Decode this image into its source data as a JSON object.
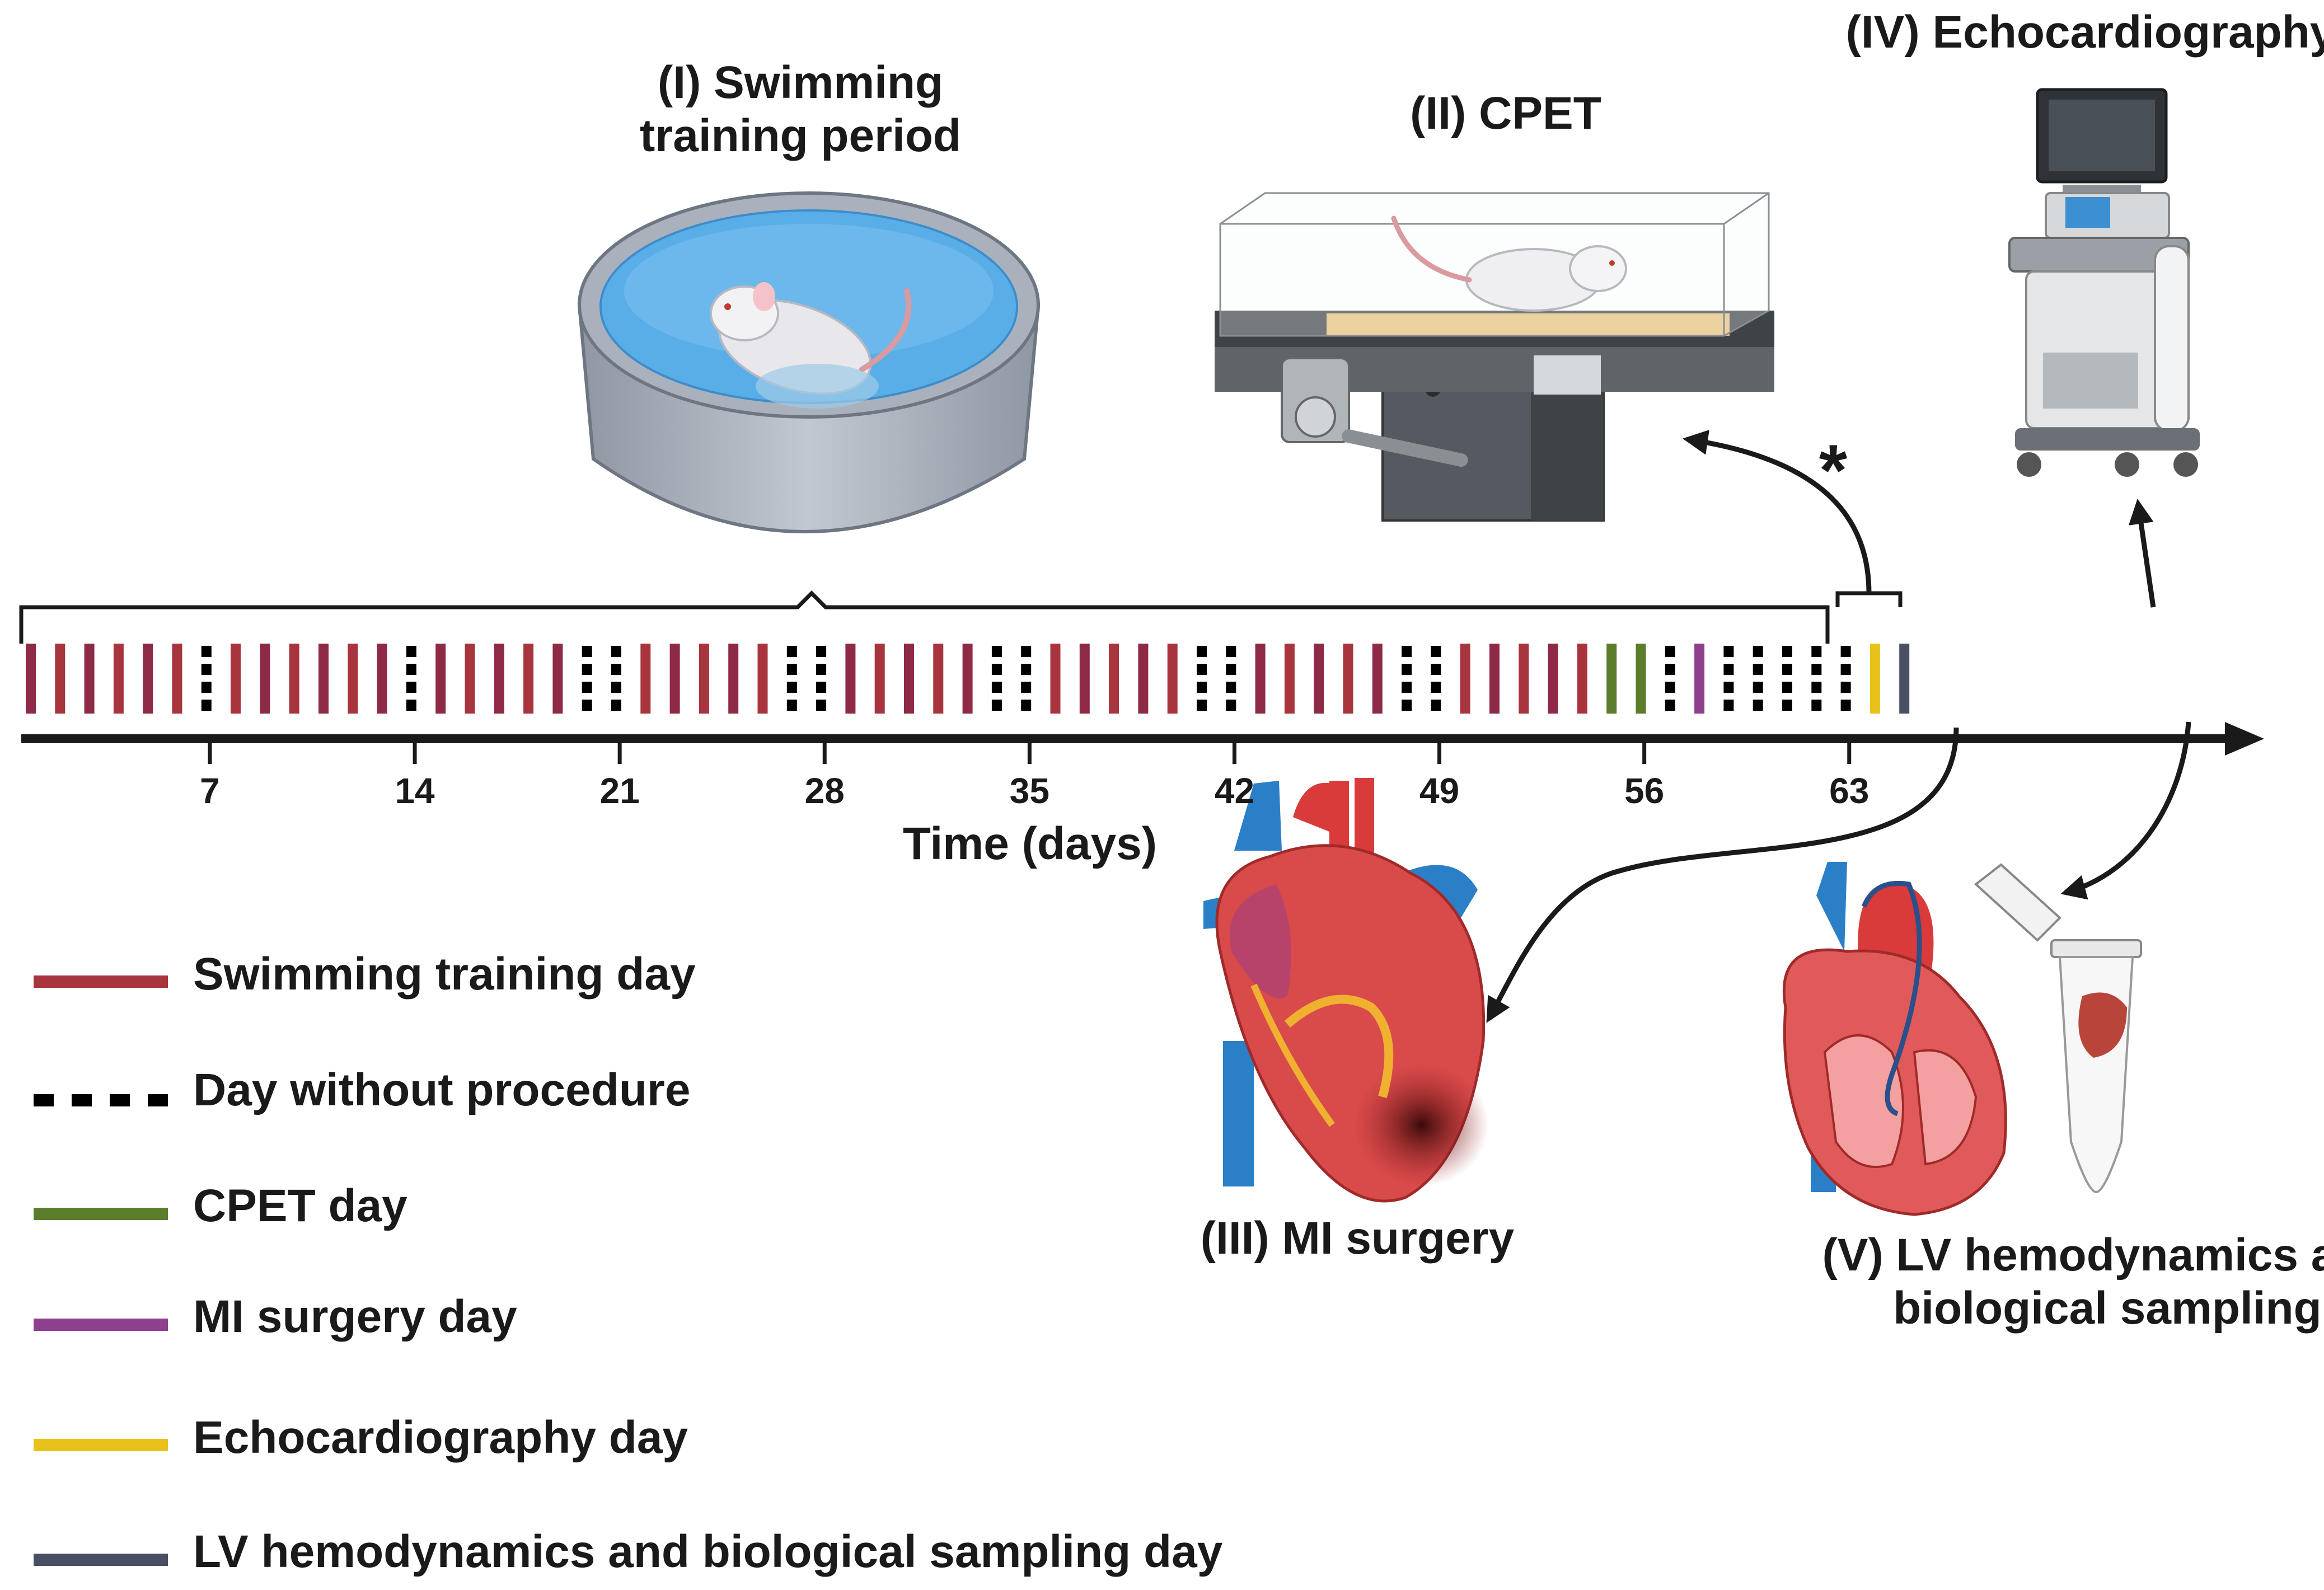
{
  "stages": {
    "swimming": {
      "line1": "(I) Swimming",
      "line2": "training period"
    },
    "cpet": "(II) CPET",
    "mi": "(III) MI surgery",
    "echo": "(IV) Echocardiography",
    "lv": {
      "line1": "(V) LV hemodynamics and",
      "line2": "biological sampling"
    }
  },
  "timeline": {
    "axis_title": "Time (days)",
    "ticks": [
      "7",
      "14",
      "21",
      "28",
      "35",
      "42",
      "49",
      "56",
      "63"
    ],
    "asterisk": "*"
  },
  "legend": {
    "swim": "Swimming training day",
    "rest": "Day without procedure",
    "cpet": "CPET day",
    "mi": "MI surgery day",
    "echo": "Echocardiography day",
    "lv": "LV hemodynamics and biological sampling day"
  },
  "colors": {
    "swim_a": "#8e2a45",
    "swim_b": "#a8343e",
    "rest": "#000000",
    "cpet": "#5a7d2c",
    "mi": "#8e3f8e",
    "echo": "#e8c21a",
    "lv": "#4a5063",
    "arrow": "#1a1a1a",
    "water": "#5aaee8",
    "heart_red": "#d93a3a",
    "vessel_blue": "#2a7fc7"
  },
  "day_sequence": [
    "swim",
    "swim",
    "swim",
    "swim",
    "swim",
    "swim",
    "rest",
    "swim",
    "swim",
    "swim",
    "swim",
    "swim",
    "swim",
    "rest",
    "swim",
    "swim",
    "swim",
    "swim",
    "swim",
    "rest",
    "rest",
    "swim",
    "swim",
    "swim",
    "swim",
    "swim",
    "rest",
    "rest",
    "swim",
    "swim",
    "swim",
    "swim",
    "swim",
    "rest",
    "rest",
    "swim",
    "swim",
    "swim",
    "swim",
    "swim",
    "rest",
    "rest",
    "swim",
    "swim",
    "swim",
    "swim",
    "swim",
    "rest",
    "rest",
    "swim",
    "swim",
    "swim",
    "swim",
    "swim",
    "cpet",
    "cpet",
    "rest",
    "mi",
    "rest",
    "rest",
    "rest",
    "rest",
    "rest",
    "echo",
    "lv"
  ]
}
